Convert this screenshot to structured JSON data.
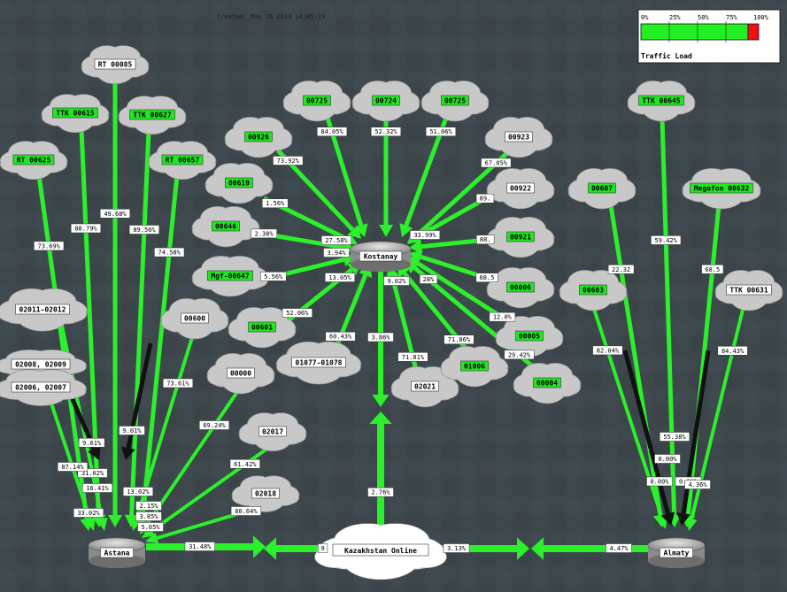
{
  "created": "Created: May 26 2014 14:05:19",
  "legend": {
    "ticks": [
      "0%",
      "25%",
      "50%",
      "75%",
      "100%"
    ],
    "caption": "Traffic Load",
    "colors": {
      "low": "#22ee22",
      "high": "#ee1111"
    }
  },
  "colors": {
    "edge": "#2bf02b",
    "edge_hot": "#111111",
    "cloud": "#c8c8c8",
    "label_green": "#20e820",
    "bg": "#3d474c"
  },
  "routers": {
    "astana": "Astana",
    "kostanay": "Kostanay",
    "almaty": "Almaty",
    "kazakhstan_online": "Kazakhstan Online"
  },
  "clouds": {
    "rt_00085": "RT 00085",
    "ttk_00615": "TTK 00615",
    "ttk_00627": "TTK 00627",
    "rt_00625": "RT 00625",
    "rt_00657": "RT 00657",
    "n02011_02012": "02011-02012",
    "n02008_02009": "02008, 02009",
    "n02006_02007": "02006, 02007",
    "n00600": "00600",
    "n00000": "00000",
    "n02017": "02017",
    "n02018": "02018",
    "n00725a": "00725",
    "n00724": "00724",
    "n00725b": "00725",
    "n00923": "00923",
    "n00926": "00926",
    "n00619": "00619",
    "n00646": "00646",
    "mgf_00647": "Mgf-00647",
    "n00601": "00601",
    "n01077_01078": "01077-01078",
    "n02021": "02021",
    "n01006": "01006",
    "n00004": "00004",
    "n00005": "00005",
    "n00006": "00006",
    "n00921": "00921",
    "n00922": "00922",
    "ttk_00645": "TTK 00645",
    "n00607": "00607",
    "megafon_00632": "Megafon 00632",
    "n00603": "00603",
    "ttk_00631": "TTK 00631"
  },
  "edge_labels": {
    "rt85": "49.68%",
    "ttk615": "88.79%",
    "ttk627": "89.56%",
    "rt625": "73.69%",
    "rt657": "74.58%",
    "c02011": "31.02%",
    "c02008": "9.61%",
    "c02006a": "87.14%",
    "c02006b": "16.41%",
    "astana_ko": "33.02%",
    "c600": "73.61%",
    "c0000": "69.24%",
    "c2017": "61.42%",
    "c2018": "80.64%",
    "hot1": "9.01%",
    "hot2": "13.02%",
    "hot3": "2.15%",
    "hot4": "3.85%",
    "hot5": "5.65%",
    "astana_out": "31.48%",
    "kz_left": "9",
    "kz_up": "2.76%",
    "kost_down": "3.86%",
    "kz_right": "3.13%",
    "almaty_in": "4.47%",
    "k725a": "84.05%",
    "k724": "52.32%",
    "k725b": "51.06%",
    "k923": "67.05%",
    "k926": "73.92%",
    "k619": "1.56%",
    "k646": "2.38%",
    "k647": "5.56%",
    "k601": "52.06%",
    "k01077": "60.43%",
    "k02021": "71.81%",
    "k01006": "71.86%",
    "k004": "29.42%",
    "k005": "12.0%",
    "k006": "68.5",
    "k921": "88.",
    "k922": "89.",
    "kin1": "13.05%",
    "kin2": "9.02%",
    "kin3": "28%",
    "ttk645": "59.42%",
    "c607": "22.32",
    "mega632": "68.5",
    "c603": "82.04%",
    "c631": "84.43%",
    "alm1": "0.00%",
    "alm2": "55.38%",
    "alm3": "0.00%",
    "alm4": "0.00%",
    "alm5": "4.36%",
    "ast_k1": "27.58%",
    "ast_k2": "3.94%",
    "ast_k3": "33.99%"
  }
}
